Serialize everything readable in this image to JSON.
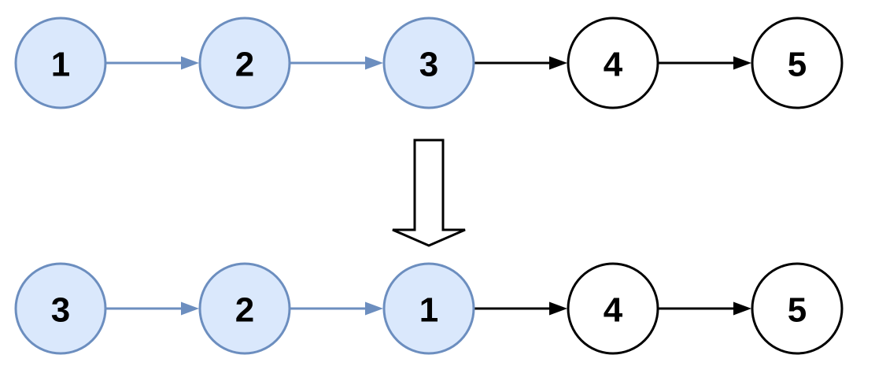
{
  "diagram": {
    "type": "linked-list-transformation",
    "rows": [
      {
        "name": "before",
        "nodes": [
          {
            "value": "1",
            "fill": "#dae8fc",
            "stroke": "#6c8ebf"
          },
          {
            "value": "2",
            "fill": "#dae8fc",
            "stroke": "#6c8ebf"
          },
          {
            "value": "3",
            "fill": "#dae8fc",
            "stroke": "#6c8ebf"
          },
          {
            "value": "4",
            "fill": "#ffffff",
            "stroke": "#000000"
          },
          {
            "value": "5",
            "fill": "#ffffff",
            "stroke": "#000000"
          }
        ],
        "edges": [
          {
            "from": "1",
            "to": "2",
            "color": "#6c8ebf"
          },
          {
            "from": "2",
            "to": "3",
            "color": "#6c8ebf"
          },
          {
            "from": "3",
            "to": "4",
            "color": "#000000"
          },
          {
            "from": "4",
            "to": "5",
            "color": "#000000"
          }
        ]
      },
      {
        "name": "after",
        "nodes": [
          {
            "value": "3",
            "fill": "#dae8fc",
            "stroke": "#6c8ebf"
          },
          {
            "value": "2",
            "fill": "#dae8fc",
            "stroke": "#6c8ebf"
          },
          {
            "value": "1",
            "fill": "#dae8fc",
            "stroke": "#6c8ebf"
          },
          {
            "value": "4",
            "fill": "#ffffff",
            "stroke": "#000000"
          },
          {
            "value": "5",
            "fill": "#ffffff",
            "stroke": "#000000"
          }
        ],
        "edges": [
          {
            "from": "3",
            "to": "2",
            "color": "#6c8ebf"
          },
          {
            "from": "2",
            "to": "1",
            "color": "#6c8ebf"
          },
          {
            "from": "1",
            "to": "4",
            "color": "#000000"
          },
          {
            "from": "4",
            "to": "5",
            "color": "#000000"
          }
        ]
      }
    ],
    "transform_arrow": {
      "direction": "down",
      "fill": "#ffffff",
      "stroke": "#000000"
    }
  },
  "colors": {
    "background": "#ffffff",
    "highlight_fill": "#dae8fc",
    "highlight_stroke": "#6c8ebf",
    "plain_fill": "#ffffff",
    "plain_stroke": "#000000",
    "text": "#000000"
  }
}
